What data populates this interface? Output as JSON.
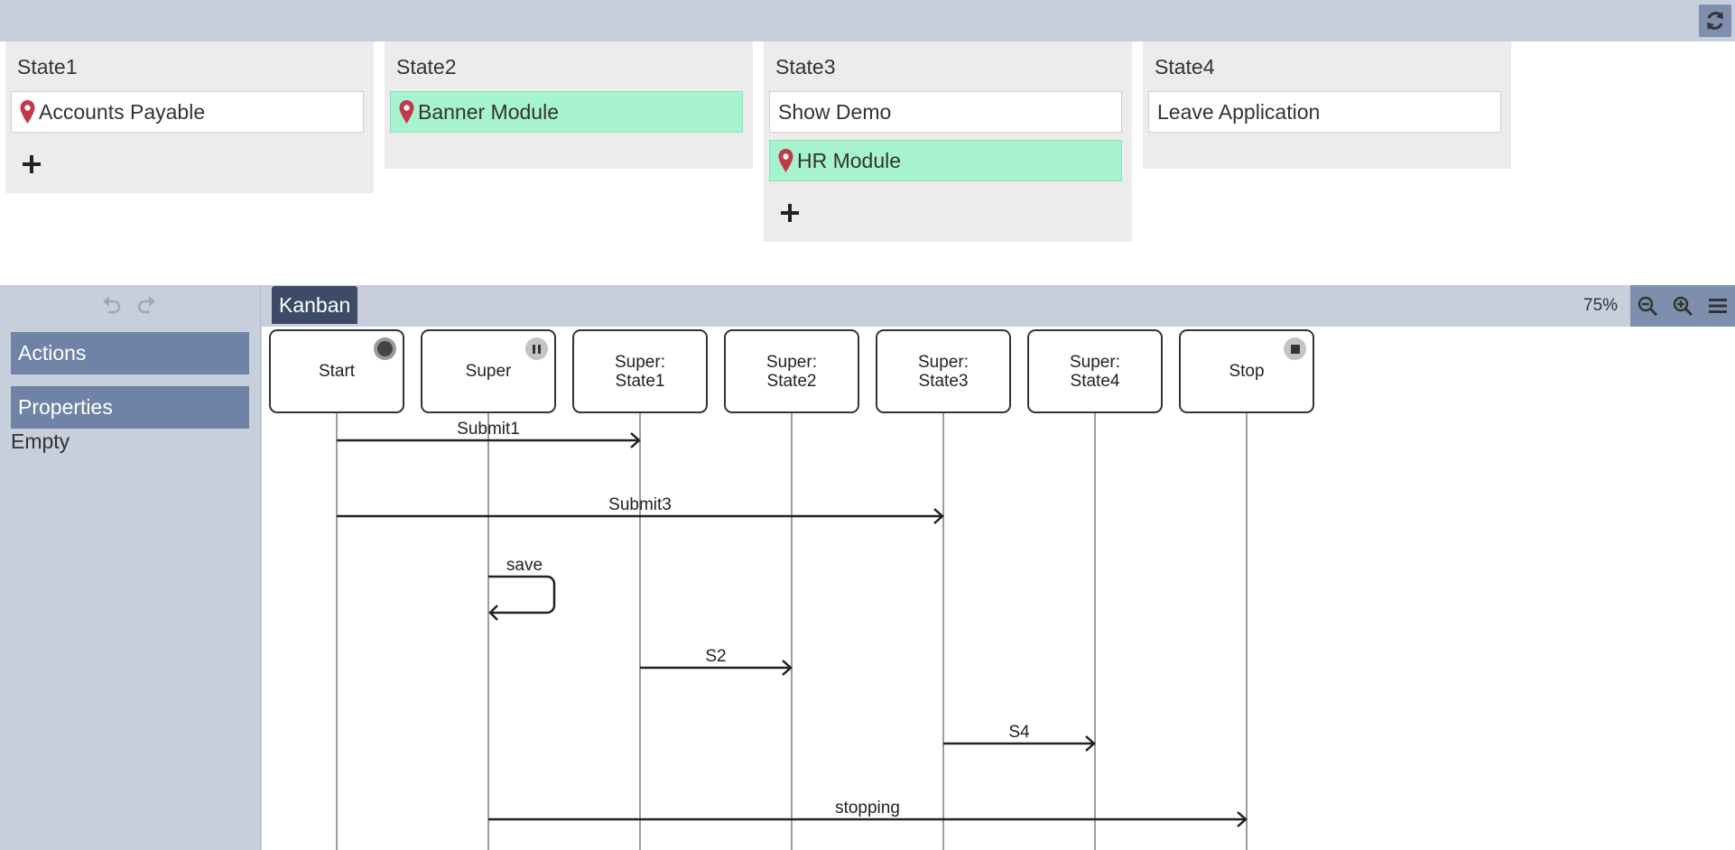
{
  "board": {
    "lanes": [
      {
        "title": "State1",
        "cards": [
          {
            "label": "Accounts Payable",
            "pinned": true,
            "highlighted": false
          }
        ],
        "has_add": true
      },
      {
        "title": "State2",
        "cards": [
          {
            "label": "Banner Module",
            "pinned": true,
            "highlighted": true
          }
        ],
        "has_add": false
      },
      {
        "title": "State3",
        "cards": [
          {
            "label": "Show Demo",
            "pinned": false,
            "highlighted": false
          },
          {
            "label": "HR Module",
            "pinned": true,
            "highlighted": true
          }
        ],
        "has_add": true
      },
      {
        "title": "State4",
        "cards": [
          {
            "label": "Leave Application",
            "pinned": false,
            "highlighted": false
          }
        ],
        "has_add": false
      }
    ]
  },
  "sidebar": {
    "actions_label": "Actions",
    "properties_label": "Properties",
    "properties_value": "Empty"
  },
  "diagram": {
    "tab_label": "Kanban",
    "zoom": "75%",
    "lifelines": [
      {
        "line1": "Start",
        "line2": "",
        "marker": "start"
      },
      {
        "line1": "Super",
        "line2": "",
        "marker": "pause"
      },
      {
        "line1": "Super:",
        "line2": "State1",
        "marker": ""
      },
      {
        "line1": "Super:",
        "line2": "State2",
        "marker": ""
      },
      {
        "line1": "Super:",
        "line2": "State3",
        "marker": ""
      },
      {
        "line1": "Super:",
        "line2": "State4",
        "marker": ""
      },
      {
        "line1": "Stop",
        "line2": "",
        "marker": "stop"
      }
    ],
    "messages": [
      {
        "label": "Submit1",
        "from": 0,
        "to": 2
      },
      {
        "label": "Submit3",
        "from": 0,
        "to": 4
      },
      {
        "label": "save",
        "from": 1,
        "to": 1
      },
      {
        "label": "S2",
        "from": 2,
        "to": 3
      },
      {
        "label": "S4",
        "from": 4,
        "to": 5
      },
      {
        "label": "stopping",
        "from": 1,
        "to": 6
      }
    ]
  },
  "colors": {
    "toolbar_bg": "#c7cedc",
    "panel_button": "#6f83a6",
    "tab_active": "#3e4b68",
    "card_highlight": "#a7f3cf",
    "pin": "#c0394b"
  },
  "icons": {
    "refresh": "refresh-icon",
    "pin": "map-pin-icon",
    "add": "plus-icon",
    "undo": "undo-icon",
    "redo": "redo-icon",
    "zoom_out": "zoom-out-icon",
    "zoom_in": "zoom-in-icon",
    "menu": "menu-icon"
  }
}
